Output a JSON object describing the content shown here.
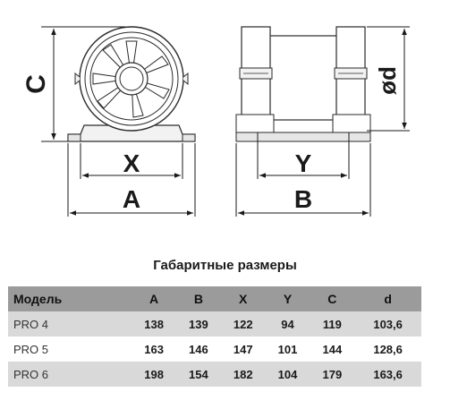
{
  "drawing": {
    "labels": {
      "c": "C",
      "x": "X",
      "a": "A",
      "y": "Y",
      "b": "B",
      "d": "ød"
    }
  },
  "table": {
    "caption": "Габаритные размеры",
    "headers": [
      "Модель",
      "A",
      "B",
      "X",
      "Y",
      "C",
      "d"
    ],
    "rows": [
      [
        "PRO 4",
        "138",
        "139",
        "122",
        "94",
        "119",
        "103,6"
      ],
      [
        "PRO 5",
        "163",
        "146",
        "147",
        "101",
        "144",
        "128,6"
      ],
      [
        "PRO 6",
        "198",
        "154",
        "182",
        "104",
        "179",
        "163,6"
      ]
    ]
  }
}
